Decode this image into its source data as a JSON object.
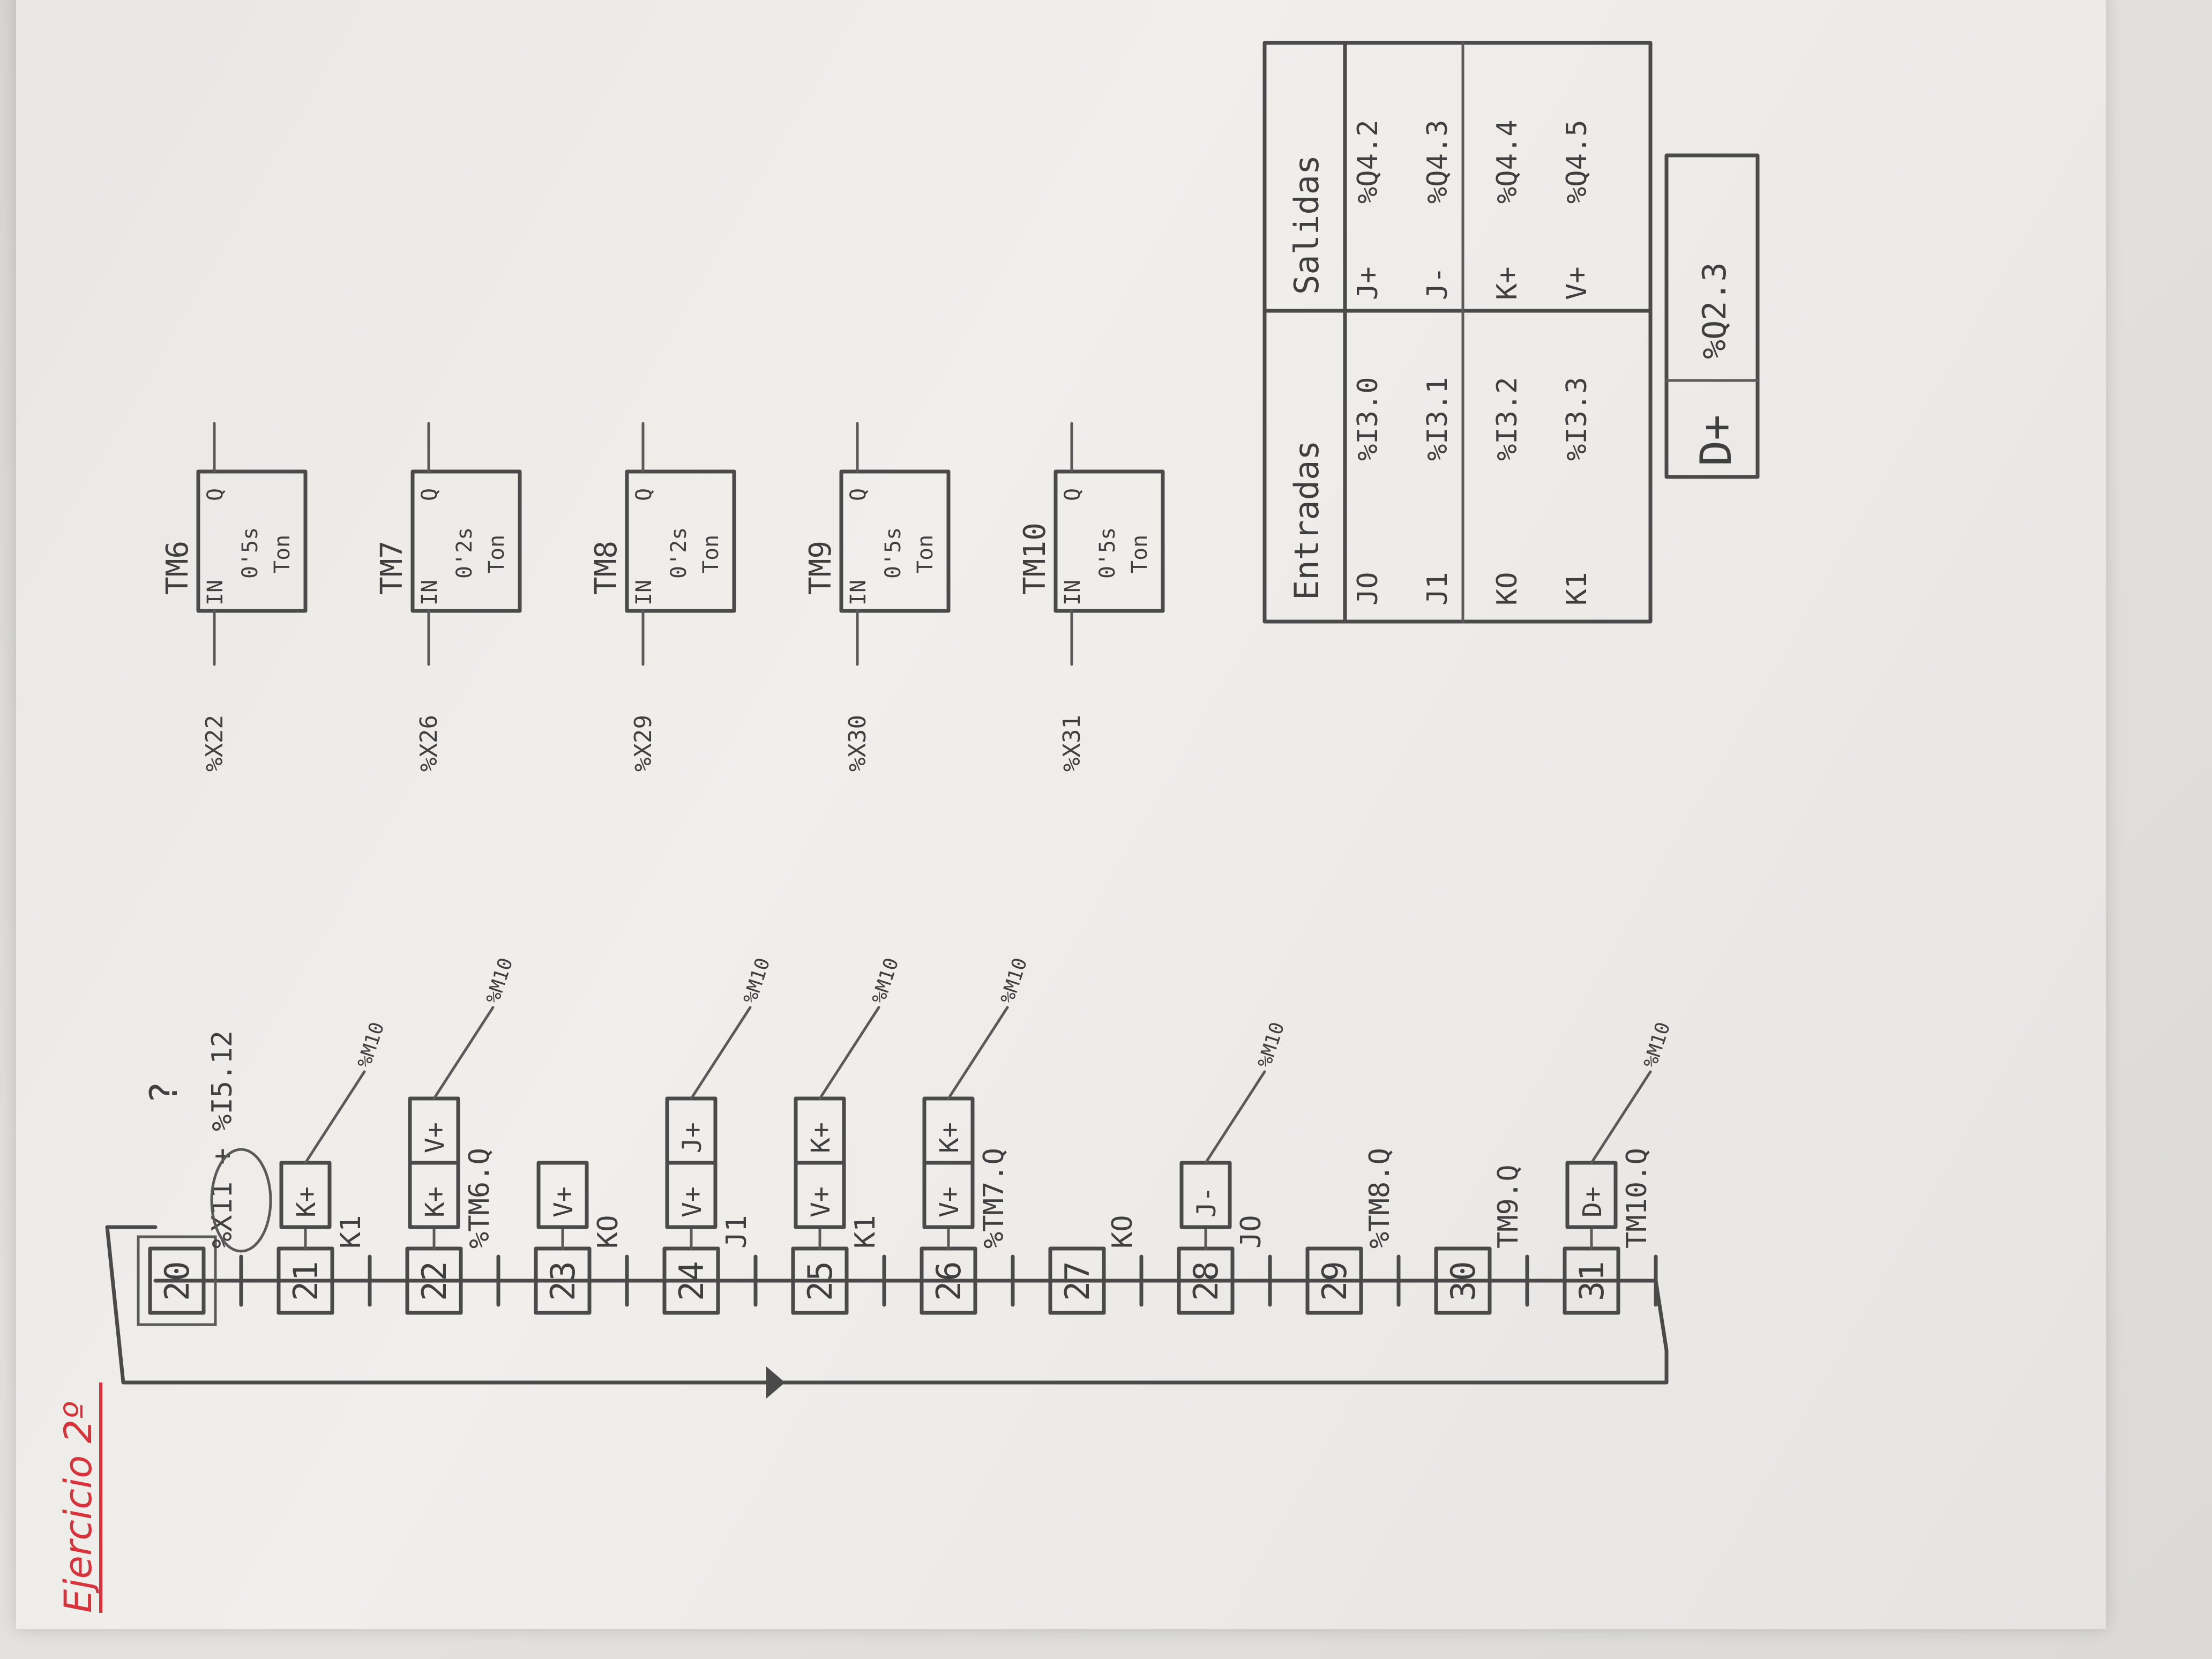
{
  "title": "Ejercicio 2º",
  "grafcet": {
    "steps": [
      {
        "number": "20",
        "initial": true,
        "actions": [],
        "transition": "%X11 + %I5.12"
      },
      {
        "number": "21",
        "actions": [
          "K+"
        ],
        "action_condition": "%M10",
        "transition": "K1"
      },
      {
        "number": "22",
        "actions": [
          "K+",
          "V+"
        ],
        "action_condition": "%M10",
        "transition": "%TM6.Q"
      },
      {
        "number": "23",
        "actions": [
          "V+"
        ],
        "transition": "KO"
      },
      {
        "number": "24",
        "actions": [
          "V+",
          "J+"
        ],
        "action_condition": "%M10",
        "transition": "J1"
      },
      {
        "number": "25",
        "actions": [
          "V+",
          "K+"
        ],
        "action_condition": "%M10",
        "transition": "K1"
      },
      {
        "number": "26",
        "actions": [
          "V+",
          "K+"
        ],
        "action_condition": "%M10",
        "transition": "%TM7.Q"
      },
      {
        "number": "27",
        "actions": [],
        "transition": "KO"
      },
      {
        "number": "28",
        "actions": [
          "J-"
        ],
        "action_condition": "%M10",
        "transition": "JO"
      },
      {
        "number": "29",
        "actions": [],
        "transition": "%TM8.Q"
      },
      {
        "number": "30",
        "actions": [],
        "transition": "TM9.Q"
      },
      {
        "number": "31",
        "actions": [
          "D+"
        ],
        "action_condition": "%M10",
        "transition": "TM10.Q"
      }
    ],
    "question_mark": "?"
  },
  "timers": [
    {
      "name": "TM6",
      "input": "%X22",
      "in_label": "IN",
      "q_label": "Q",
      "preset": "0'5s",
      "type": "Ton"
    },
    {
      "name": "TM7",
      "input": "%X26",
      "in_label": "IN",
      "q_label": "Q",
      "preset": "0'2s",
      "type": "Ton"
    },
    {
      "name": "TM8",
      "input": "%X29",
      "in_label": "IN",
      "q_label": "Q",
      "preset": "0'2s",
      "type": "Ton"
    },
    {
      "name": "TM9",
      "input": "%X30",
      "in_label": "IN",
      "q_label": "Q",
      "preset": "0'5s",
      "type": "Ton"
    },
    {
      "name": "TM10",
      "input": "%X31",
      "in_label": "IN",
      "q_label": "Q",
      "preset": "0'5s",
      "type": "Ton"
    }
  ],
  "io_table": {
    "inputs_header": "Entradas",
    "outputs_header": "Salidas",
    "inputs": [
      {
        "name": "JO",
        "address": "%I3.0"
      },
      {
        "name": "J1",
        "address": "%I3.1"
      },
      {
        "name": "KO",
        "address": "%I3.2"
      },
      {
        "name": "K1",
        "address": "%I3.3"
      }
    ],
    "outputs": [
      {
        "name": "J+",
        "address": "%Q4.2"
      },
      {
        "name": "J-",
        "address": "%Q4.3"
      },
      {
        "name": "K+",
        "address": "%Q4.4"
      },
      {
        "name": "V+",
        "address": "%Q4.5"
      }
    ]
  },
  "extra_output": {
    "name": "D+",
    "address": "%Q2.3"
  },
  "colors": {
    "pencil": "#4a4a4a",
    "paper": "#eeece9",
    "title_red": "#d8323a"
  }
}
